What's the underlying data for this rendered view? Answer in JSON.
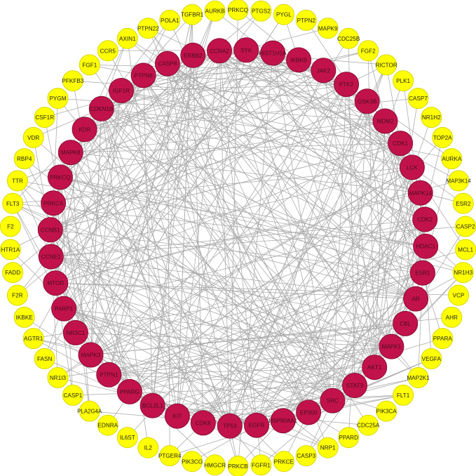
{
  "colors": {
    "inner_node": "#c2124c",
    "inner_stroke": "#8a0d36",
    "outer_node": "#ffff00",
    "outer_stroke": "#d8d800",
    "edge": "#a9a9a9",
    "background": "#ffffff"
  },
  "inner_nodes": [
    "SYK",
    "HIST1H1A",
    "IKBKB",
    "JAK2",
    "PTK2",
    "GSK3B",
    "MDM2",
    "CDK1",
    "LCK",
    "MAPK14",
    "CDK2",
    "HDAC1",
    "ESR1",
    "AR",
    "CBL",
    "MAPK1",
    "AKT1",
    "STAT3",
    "SRC",
    "EP300",
    "HSP90AA1",
    "EGFR",
    "TP53",
    "CDK6",
    "KIT",
    "BCL2L1",
    "PPARG",
    "PTPN1",
    "MAPK3",
    "NR3C1",
    "PARP1",
    "MTOR",
    "CCNE1",
    "CCNB1",
    "PRKCA",
    "PRKCQ",
    "MAPK8",
    "KDR",
    "CDKN1B",
    "IGF1R",
    "PTPN6",
    "CASP8",
    "ERBB2",
    "CCNA2"
  ],
  "outer_nodes": [
    "PRKCQ",
    "PTGS2",
    "PYGL",
    "PTPN2",
    "MAPK9",
    "CDC25B",
    "FGF2",
    "RICTOR",
    "PLK1",
    "CASP7",
    "NR1H2",
    "TOP2A",
    "AURKA",
    "MAP3K14",
    "ESR2",
    "CASP2",
    "MCL1",
    "NR1H3",
    "VCP",
    "AHR",
    "PPARA",
    "VEGFA",
    "MAP2K1",
    "FLT1",
    "PIK3CA",
    "CDC25A",
    "PPARD",
    "NRP1",
    "CASP3",
    "PRKCE",
    "FGFR1",
    "PRKCB",
    "HMGCR",
    "PIK3CG",
    "PTGER4",
    "IL2",
    "IL6ST",
    "EDNRA",
    "PLA2G4A",
    "CASP1",
    "NR1I3",
    "FASN",
    "AGTR1",
    "IKBKE",
    "F2R",
    "FADD",
    "HTR1A",
    "F2",
    "FLT3",
    "TTR",
    "RBP4",
    "VDR",
    "CSF1R",
    "PYGM",
    "PFKFB3",
    "FGF1",
    "CCR5",
    "AXIN1",
    "PTPN22",
    "POLA1",
    "TGFBR1",
    "AURKB"
  ]
}
